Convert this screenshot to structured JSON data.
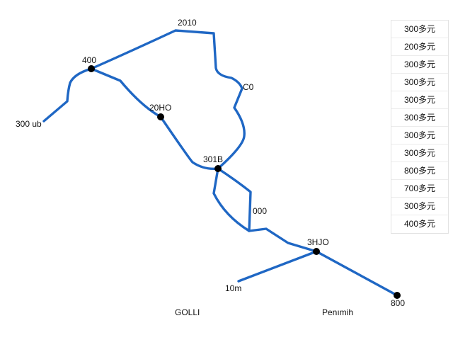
{
  "colors": {
    "route": "#1f67c4",
    "station": "#000000",
    "background": "#ffffff"
  },
  "map": {
    "stations": [
      {
        "name": "station-400",
        "label": "400"
      },
      {
        "name": "station-2010",
        "label": "2010"
      },
      {
        "name": "station-c0",
        "label": "C0"
      },
      {
        "name": "station-20ho",
        "label": "20HO"
      },
      {
        "name": "station-301b",
        "label": "301B"
      },
      {
        "name": "station-000",
        "label": "000"
      },
      {
        "name": "station-3hjo",
        "label": "3HJO"
      },
      {
        "name": "station-800",
        "label": "800"
      },
      {
        "name": "station-10m",
        "label": "10m"
      },
      {
        "name": "station-300ub",
        "label": "300 ub"
      }
    ],
    "place_labels": {
      "left": "GOLLI",
      "right": "Penımih"
    }
  },
  "legend": {
    "items": [
      "300多元",
      "200多元",
      "300多元",
      "300多元",
      "300多元",
      "300多元",
      "300多元",
      "300多元",
      "800多元",
      "700多元",
      "300多元",
      "400多元"
    ]
  }
}
